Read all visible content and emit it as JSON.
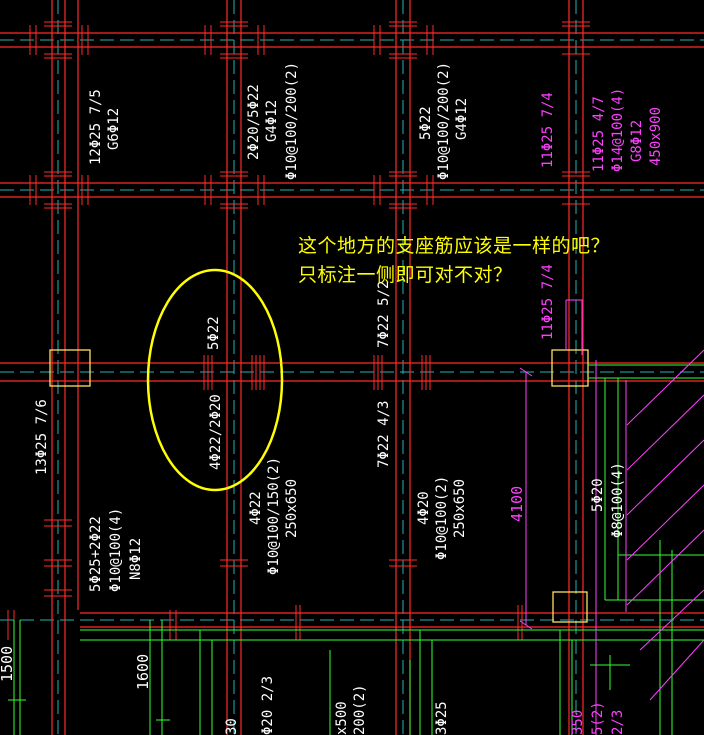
{
  "question": {
    "line1": "这个地方的支座筋应该是一样的吧？",
    "line2": "只标注一侧即可对不对？"
  },
  "annotations": {
    "a1": "12Φ25 7/5",
    "a2": "G6Φ12",
    "b1": "2Φ20/5Φ22",
    "b2": "G4Φ12",
    "b3": "Φ10@100/200(2)",
    "c1": "5Φ22",
    "c2": "Φ10@100/200(2)",
    "c3": "G4Φ12",
    "d1": "11Φ25 7/4",
    "e1": "11Φ25 4/7",
    "e2": "Φ14@100(4)",
    "e3": "G8Φ12",
    "e4": "450x900",
    "f1": "5Φ22",
    "f2": "4Φ22/2Φ20",
    "g1": "7Φ22 5/2",
    "g2": "7Φ22 4/3",
    "h1": "11Φ25 7/4",
    "i1": "13Φ25 7/6",
    "j1": "5Φ25+2Φ22",
    "j2": "Φ10@100(4)",
    "j3": "N8Φ12",
    "k1": "4Φ22",
    "k2": "Φ10@100/150(2)",
    "k3": "250x650",
    "l1": "4Φ20",
    "l2": "Φ10@100(2)",
    "l3": "250x650",
    "m1": "5Φ20",
    "m2": "Φ8@100(4)",
    "dim1": "4100",
    "dim2": "1600",
    "dim3": "1500",
    "b_cut1": "Φ20 2/3",
    "b_cut2": "30",
    "b_cut3": "x500",
    "b_cut4": "200(2)",
    "b_cut5": "3Φ25",
    "b_cut6": "350",
    "b_cut7": "5(2)",
    "b_cut8": "2/3"
  },
  "colors": {
    "beam": "#ff2a2a",
    "axis": "#21b5b5",
    "text": "#ffffff",
    "highlight": "#ffff00",
    "magenta": "#ff40ff",
    "green": "#33ff33",
    "yellow_sq": "#ffe060"
  }
}
